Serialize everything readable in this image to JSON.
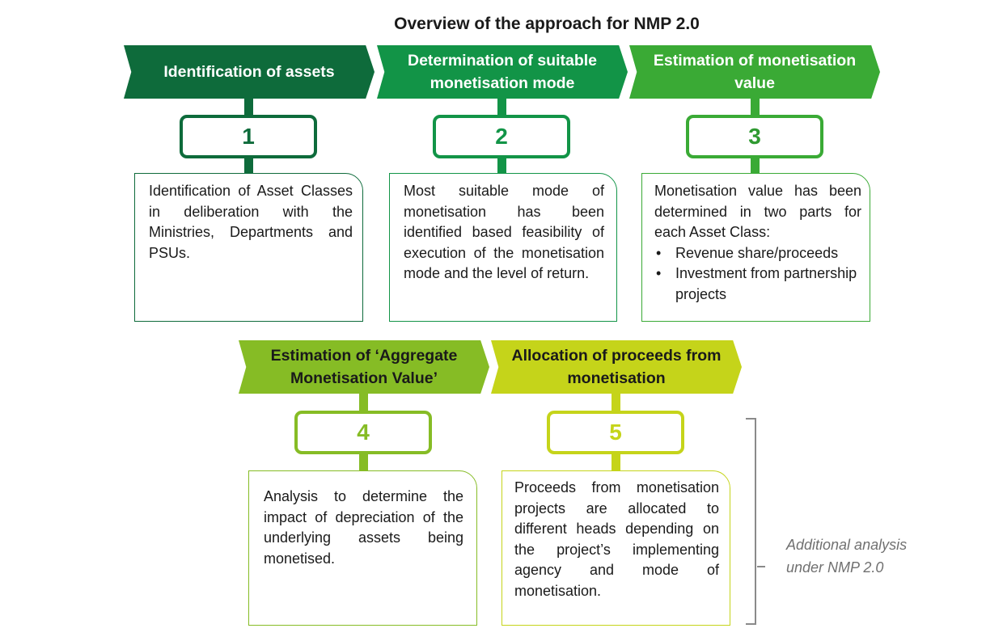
{
  "title": "Overview of the approach for NMP 2.0",
  "steps": [
    {
      "banner": "Identification of assets",
      "number": "1",
      "description": "Identification of Asset Classes in deliberation with the Ministries, Departments and PSUs."
    },
    {
      "banner": "Determination of suitable monetisation mode",
      "number": "2",
      "description": "Most suitable mode of monetisation has been identified based feasibility of execution of the monetisation mode and the level of return."
    },
    {
      "banner": "Estimation of monetisation value",
      "number": "3",
      "description": "Monetisation value has been determined in two parts for each Asset Class:",
      "bullets": [
        "Revenue share/proceeds",
        "Investment from partnership projects"
      ]
    },
    {
      "banner": "Estimation of ‘Aggregate Monetisation Value’",
      "number": "4",
      "description": "Analysis to determine the impact of depreciation of the underlying assets being monetised."
    },
    {
      "banner": "Allocation of proceeds from monetisation",
      "number": "5",
      "description": "Proceeds from monetisation projects are allocated to different heads depending on the project’s implementing agency and mode of monetisation."
    }
  ],
  "note": "Additional analysis under NMP 2.0",
  "colors": {
    "step1": "#0e6b3b",
    "step2": "#129447",
    "step3": "#3aaa35",
    "step4": "#86bc25",
    "step5": "#c5d41a",
    "bracket": "#8a8a8a"
  }
}
